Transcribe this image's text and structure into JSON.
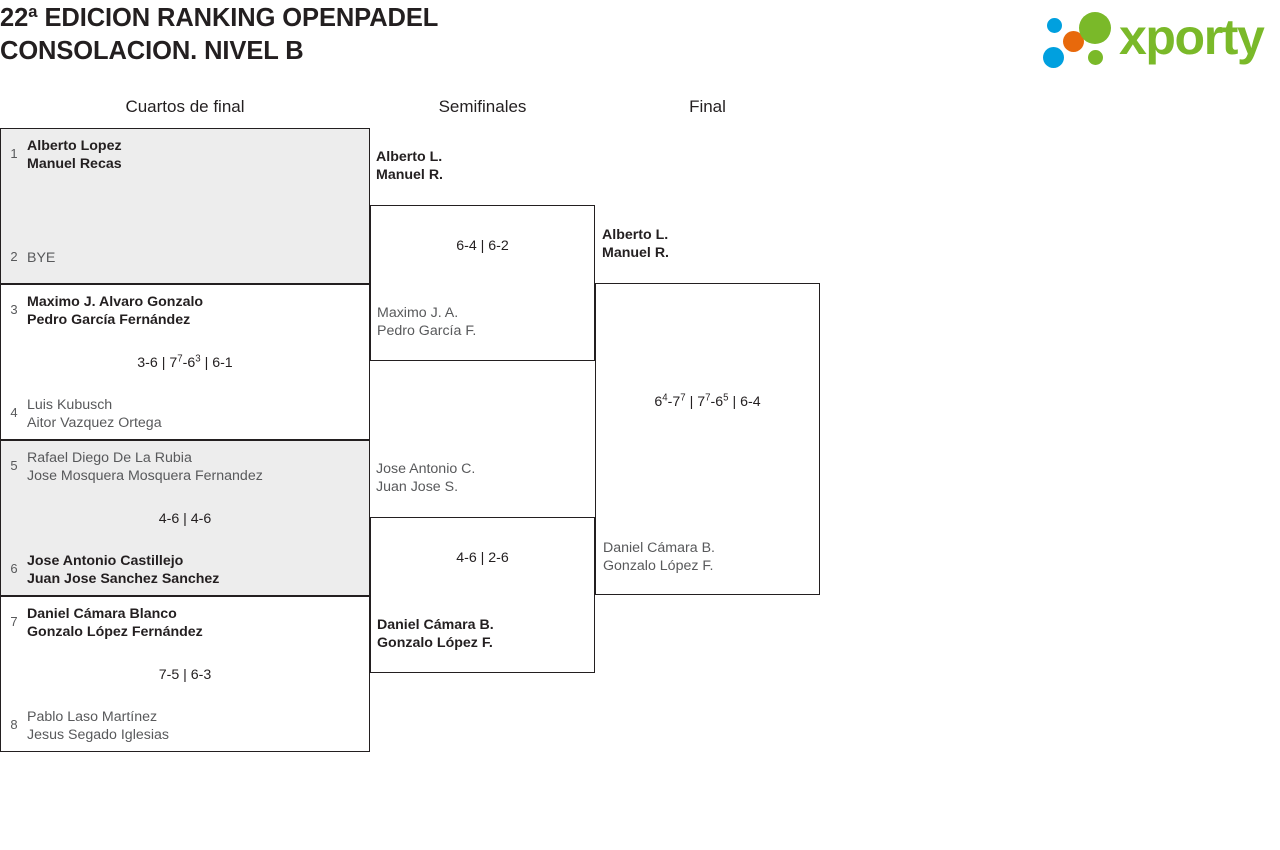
{
  "header": {
    "title": "22ª EDICION RANKING OPENPADEL\nCONSOLACION. NIVEL B",
    "logo": {
      "wordmark": "xporty",
      "colors": {
        "green": "#7ab929",
        "blue": "#00a0df",
        "orange": "#e8690b"
      }
    }
  },
  "columns": [
    {
      "label": "Cuartos de final"
    },
    {
      "label": "Semifinales"
    },
    {
      "label": "Final"
    }
  ],
  "bracket": {
    "quarterfinals": [
      {
        "shaded": true,
        "top": {
          "seed": "1",
          "names": "Alberto Lopez\nManuel Recas",
          "winner": true
        },
        "bottom": {
          "seed": "2",
          "names": "BYE",
          "winner": false
        },
        "score": ""
      },
      {
        "shaded": false,
        "top": {
          "seed": "3",
          "names": "Maximo J. Alvaro Gonzalo\nPedro García Fernández",
          "winner": true
        },
        "bottom": {
          "seed": "4",
          "names": "Luis Kubusch\nAitor Vazquez Ortega",
          "winner": false
        },
        "score": "3-6 | 7<sup>7</sup>-6<sup>3</sup> | 6-1"
      },
      {
        "shaded": true,
        "top": {
          "seed": "5",
          "names": "Rafael Diego De La Rubia\nJose Mosquera Mosquera Fernandez",
          "winner": false
        },
        "bottom": {
          "seed": "6",
          "names": "Jose Antonio Castillejo\nJuan Jose Sanchez Sanchez",
          "winner": true
        },
        "score": "4-6 | 4-6"
      },
      {
        "shaded": false,
        "top": {
          "seed": "7",
          "names": "Daniel Cámara Blanco\nGonzalo López Fernández",
          "winner": true
        },
        "bottom": {
          "seed": "8",
          "names": "Pablo Laso Martínez\nJesus Segado Iglesias",
          "winner": false
        },
        "score": "7-5 | 6-3"
      }
    ],
    "semifinals": [
      {
        "top": {
          "names": "Alberto L.\nManuel R.",
          "winner": true
        },
        "bottom": {
          "names": "Maximo J. A.\nPedro García F.",
          "winner": false
        },
        "score": "6-4 | 6-2"
      },
      {
        "top": {
          "names": "Jose Antonio C.\nJuan Jose S.",
          "winner": false
        },
        "bottom": {
          "names": "Daniel Cámara B.\nGonzalo López F.",
          "winner": true
        },
        "score": "4-6 | 2-6"
      }
    ],
    "final": [
      {
        "top": {
          "names": "Alberto L.\nManuel R.",
          "winner": true
        },
        "bottom": {
          "names": "Daniel Cámara B.\nGonzalo López F.",
          "winner": false
        },
        "score": "6<sup>4</sup>-7<sup>7</sup> | 7<sup>7</sup>-6<sup>5</sup> | 6-4"
      }
    ]
  }
}
